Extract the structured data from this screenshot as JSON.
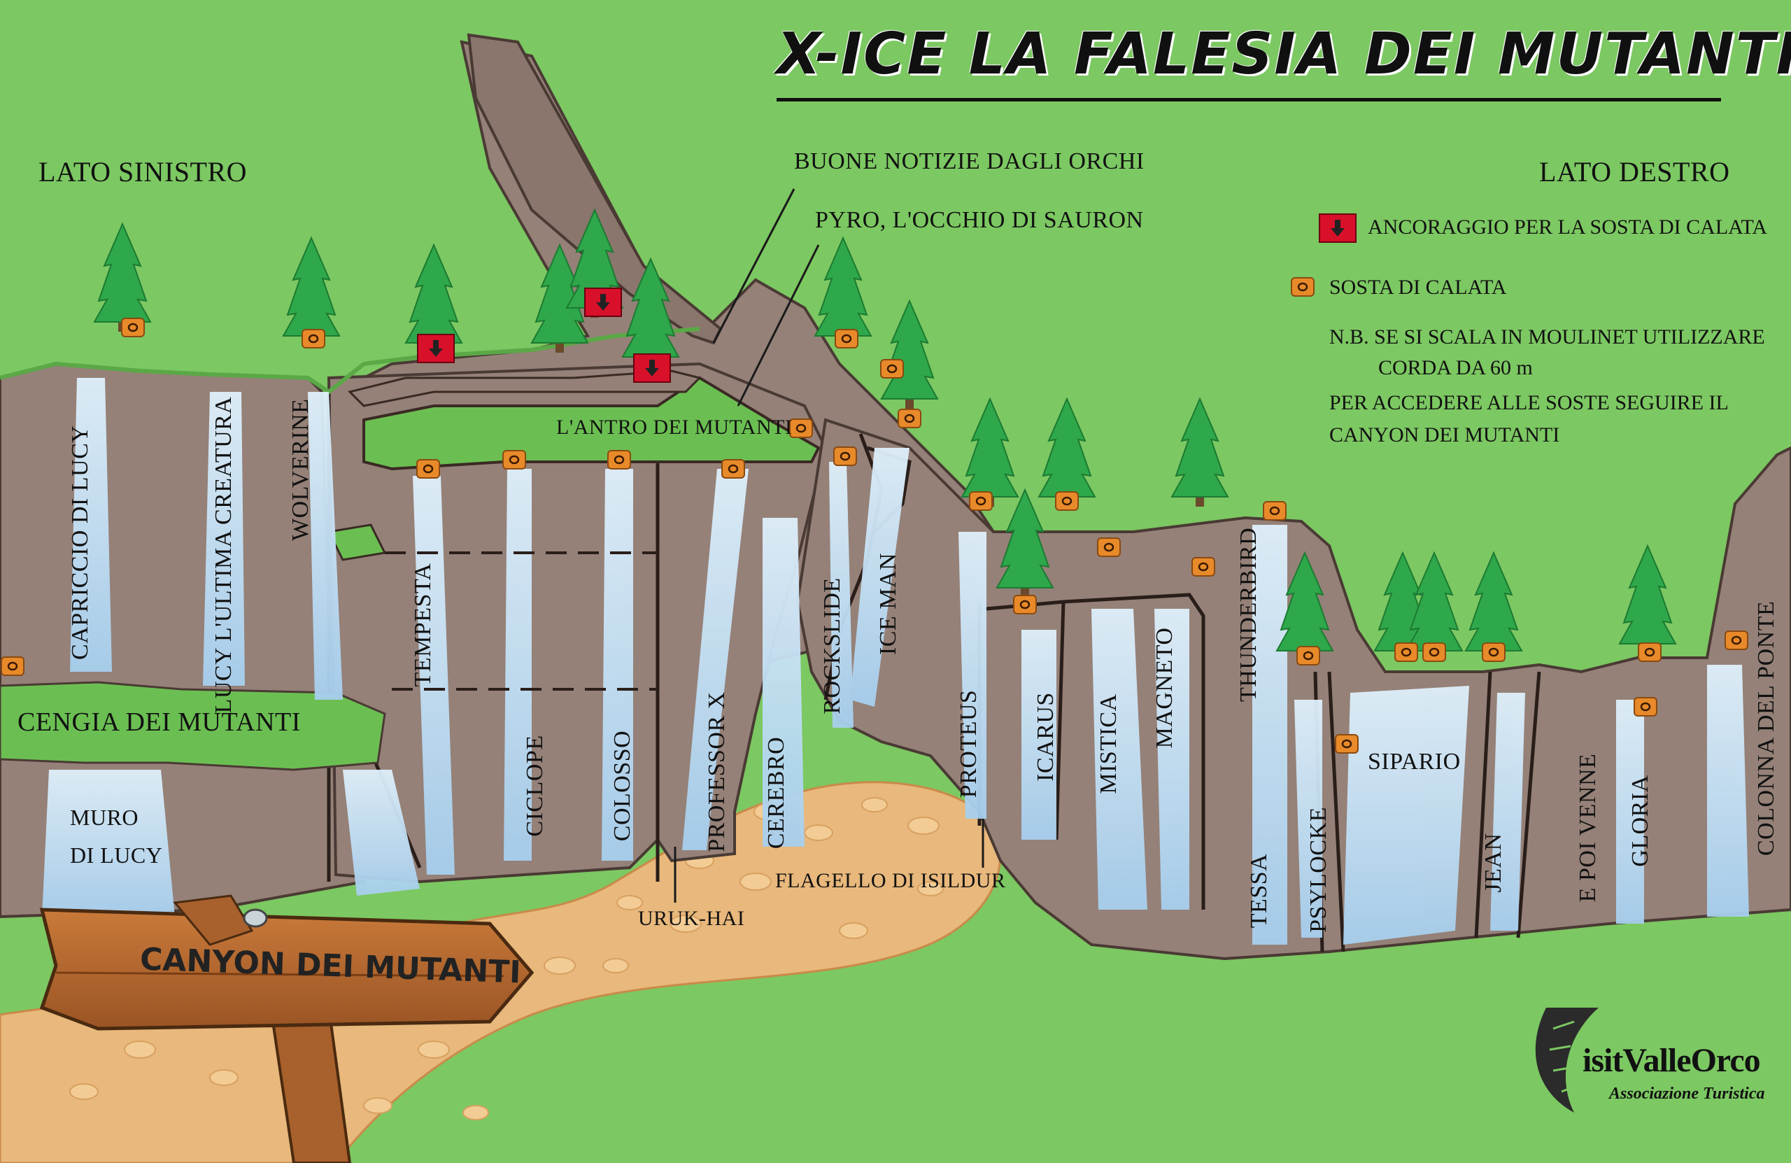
{
  "title": "X-ICE LA FALESIA DEI MUTANTI",
  "sides": {
    "left": "LATO SINISTRO",
    "right": "LATO DESTRO"
  },
  "legend": {
    "anchor": "ANCORAGGIO PER LA SOSTA DI CALATA",
    "belay": "SOSTA DI CALATA",
    "note_lines": [
      "N.B. SE SI SCALA IN MOULINET UTILIZZARE",
      "CORDA DA 60 m",
      "PER ACCEDERE ALLE SOSTE SEGUIRE IL",
      "CANYON DEI MUTANTI"
    ],
    "belay_glyph": "o"
  },
  "colors": {
    "grass": "#7cc862",
    "rock": "#958178",
    "ice": "#bcdcf4",
    "path": "#e8b87c",
    "anchor": "#d8102a",
    "belay": "#e88a2a",
    "sign": "#b86a30"
  },
  "routes": {
    "capriccio": "CAPRICCIO DI LUCY",
    "lucy": "LUCY L'ULTIMA CREATURA",
    "wolverine": "WOLVERINE",
    "cengia": "CENGIA DEI MUTANTI",
    "muro_1": "MURO",
    "muro_2": "DI LUCY",
    "tempesta": "TEMPESTA",
    "ciclope": "CICLOPE",
    "colosso": "COLOSSO",
    "professor": "PROFESSOR X",
    "cerebro": "CEREBRO",
    "rockslide": "ROCKSLIDE",
    "iceman": "ICE MAN",
    "proteus": "PROTEUS",
    "icarus": "ICARUS",
    "mistica": "MISTICA",
    "magneto": "MAGNETO",
    "thunderbird": "THUNDERBIRD",
    "tessa": "TESSA",
    "psylocke": "PSYLOCKE",
    "sipario": "SIPARIO",
    "jean": "JEAN",
    "epoi": "E POI VENNE",
    "gloria": "GLORIA",
    "colonna": "COLONNA DEL PONTE",
    "antro": "L'ANTRO DEI MUTANTI",
    "buone": "BUONE NOTIZIE DAGLI ORCHI",
    "pyro": "PYRO, L'OCCHIO DI SAURON",
    "urukhai": "URUK-HAI",
    "flagello": "FLAGELLO DI ISILDUR"
  },
  "sign": {
    "text": "CANYON DEI MUTANTI"
  },
  "logo": {
    "brand": "isitValleOrco",
    "sub": "Associazione Turistica"
  }
}
